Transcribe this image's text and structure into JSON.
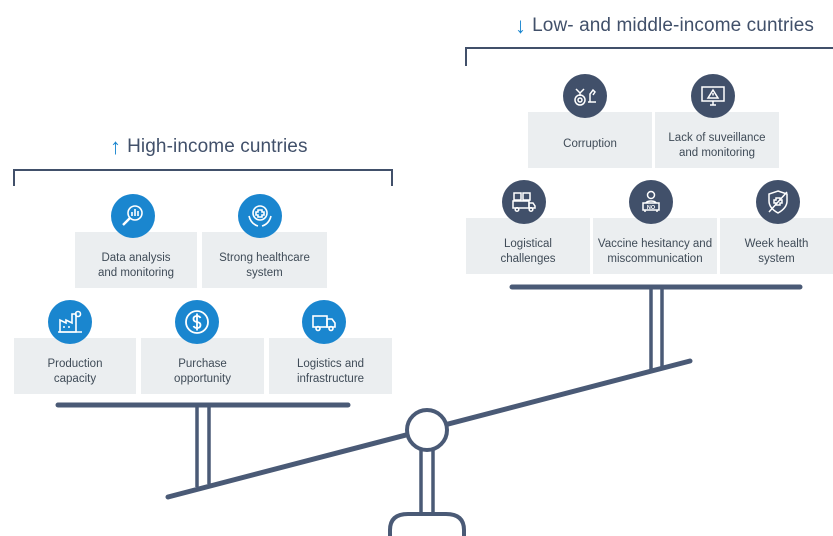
{
  "colors": {
    "accent_blue": "#1a86cf",
    "navy": "#41506a",
    "beam": "#4a5a76",
    "card_bg": "#ebeef0",
    "label": "#3f4b57"
  },
  "high_income": {
    "heading": "High-income cuntries",
    "arrow": "↑",
    "factors": [
      {
        "label_line1": "Data analysis",
        "label_line2": "and monitoring",
        "icon": "data-analysis-icon"
      },
      {
        "label_line1": "Strong healthcare",
        "label_line2": "system",
        "icon": "healthcare-hands-icon"
      },
      {
        "label_line1": "Production",
        "label_line2": "capacity",
        "icon": "factory-icon"
      },
      {
        "label_line1": "Purchase",
        "label_line2": "opportunity",
        "icon": "dollar-icon"
      },
      {
        "label_line1": "Logistics and",
        "label_line2": "infrastructure",
        "icon": "truck-icon"
      }
    ]
  },
  "low_income": {
    "heading": "Low- and middle-income cuntries",
    "arrow": "↓",
    "factors": [
      {
        "label_line1": "Corruption",
        "label_line2": "",
        "icon": "corruption-icon"
      },
      {
        "label_line1": "Lack of suveillance",
        "label_line2": "and monitoring",
        "icon": "warning-monitor-icon"
      },
      {
        "label_line1": "Logistical",
        "label_line2": "challenges",
        "icon": "supply-truck-icon"
      },
      {
        "label_line1": "Vaccine hesitancy and",
        "label_line2": "miscommunication",
        "icon": "no-sign-person-icon"
      },
      {
        "label_line1": "Week health",
        "label_line2": "system",
        "icon": "crossed-shield-icon"
      }
    ]
  }
}
